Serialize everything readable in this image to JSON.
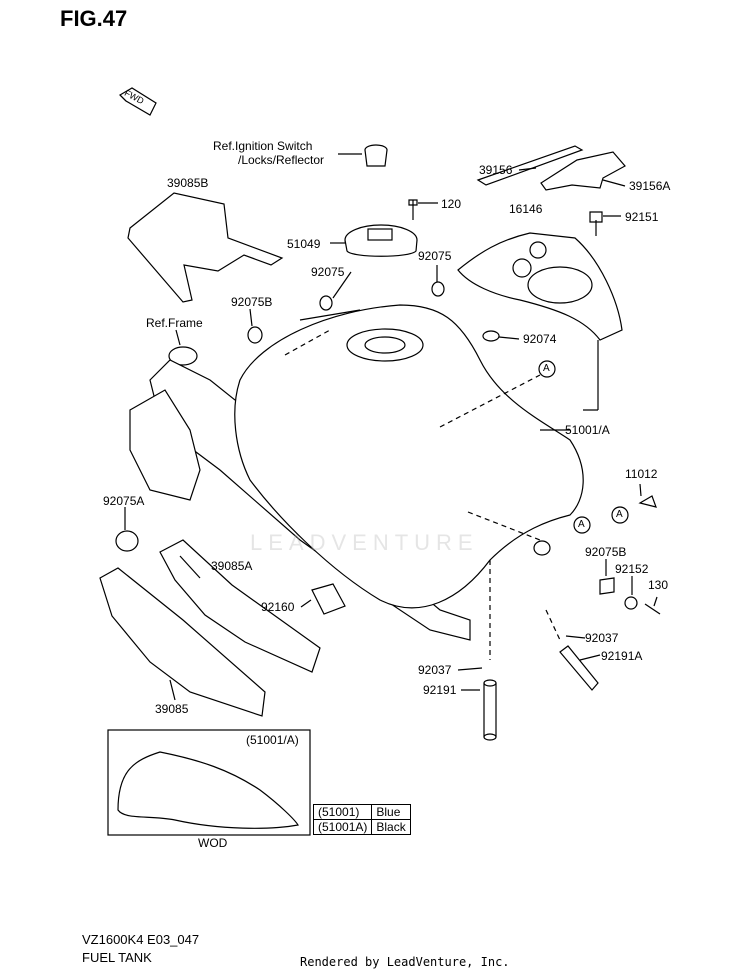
{
  "figure": {
    "title": "FIG.47",
    "model_code": "VZ1600K4 E03_047",
    "name": "FUEL TANK",
    "rendered_by": "Rendered by LeadVenture, Inc.",
    "watermark": "LEADVENTURE",
    "fwd_label": "FWD"
  },
  "callouts": [
    {
      "id": "ref-ignition-1",
      "text": "Ref.Ignition Switch"
    },
    {
      "id": "ref-ignition-2",
      "text": "/Locks/Reflector"
    },
    {
      "id": "p39156",
      "text": "39156"
    },
    {
      "id": "p39156a",
      "text": "39156A"
    },
    {
      "id": "p39085b",
      "text": "39085B"
    },
    {
      "id": "p120",
      "text": "120"
    },
    {
      "id": "p16146",
      "text": "16146"
    },
    {
      "id": "p92151",
      "text": "92151"
    },
    {
      "id": "p51049",
      "text": "51049"
    },
    {
      "id": "p92075-right",
      "text": "92075"
    },
    {
      "id": "p92075-left",
      "text": "92075"
    },
    {
      "id": "p92075b-top",
      "text": "92075B"
    },
    {
      "id": "ref-frame",
      "text": "Ref.Frame"
    },
    {
      "id": "p92074",
      "text": "92074"
    },
    {
      "id": "p51001a",
      "text": "51001/A"
    },
    {
      "id": "p11012",
      "text": "11012"
    },
    {
      "id": "p92075a",
      "text": "92075A"
    },
    {
      "id": "p92075b-bottom",
      "text": "92075B"
    },
    {
      "id": "p39085a",
      "text": "39085A"
    },
    {
      "id": "p92152",
      "text": "92152"
    },
    {
      "id": "p130",
      "text": "130"
    },
    {
      "id": "p92160",
      "text": "92160"
    },
    {
      "id": "p92037-right",
      "text": "92037"
    },
    {
      "id": "p92191a",
      "text": "92191A"
    },
    {
      "id": "p92037-left",
      "text": "92037"
    },
    {
      "id": "p92191",
      "text": "92191"
    },
    {
      "id": "p39085",
      "text": "39085"
    },
    {
      "id": "circle-a-1",
      "text": "A"
    },
    {
      "id": "circle-a-2",
      "text": "A"
    },
    {
      "id": "circle-a-3",
      "text": "A"
    }
  ],
  "inset": {
    "tag": "(51001/A)",
    "label": "WOD",
    "color_table": [
      {
        "part": "(51001)",
        "color": "Blue"
      },
      {
        "part": "(51001A)",
        "color": "Black"
      }
    ]
  }
}
